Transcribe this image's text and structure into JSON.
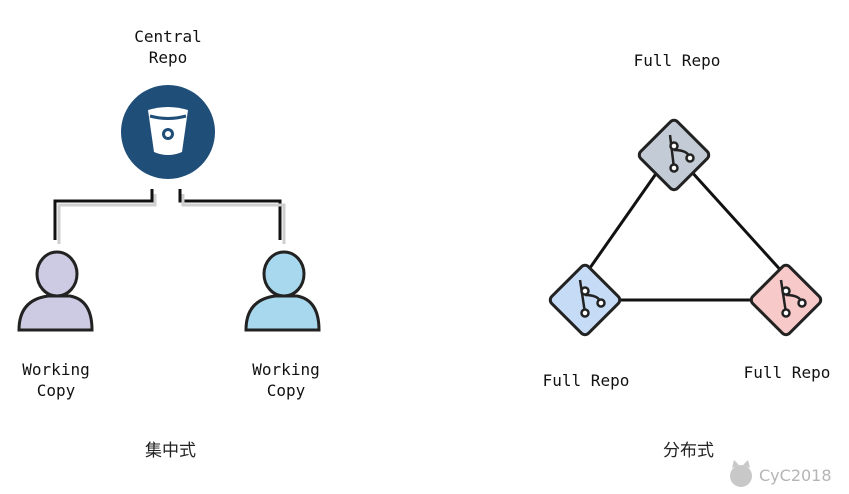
{
  "centralized": {
    "repo_label_line1": "Central",
    "repo_label_line2": "Repo",
    "left_copy_line1": "Working",
    "left_copy_line2": "Copy",
    "right_copy_line1": "Working",
    "right_copy_line2": "Copy",
    "caption": "集中式",
    "repo_icon": "bitbucket-icon",
    "colors": {
      "repo": "#1f4e79",
      "user_left": "#cdcbe3",
      "user_right": "#a8d8ee"
    }
  },
  "distributed": {
    "top_label": "Full Repo",
    "left_label": "Full Repo",
    "right_label": "Full Repo",
    "caption": "分布式",
    "repo_icon": "git-icon",
    "colors": {
      "top": "#c3ccd6",
      "left": "#c6dcf6",
      "right": "#f8c9c9"
    }
  },
  "watermark": {
    "text": "CyC2018",
    "icon": "github-icon"
  }
}
